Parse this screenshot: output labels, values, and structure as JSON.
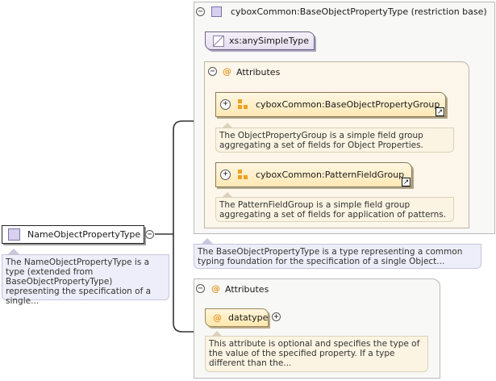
{
  "root": {
    "name": "NameObjectPropertyType",
    "note": "The NameObjectPropertyType is a type (extended from BaseObjectPropertyType) representing the specification of a single..."
  },
  "base_type": {
    "title": "cyboxCommon:BaseObjectPropertyType (restriction base)",
    "simple_type": "xs:anySimpleType",
    "attributes_label": "Attributes",
    "groups": [
      {
        "name": "cyboxCommon:BaseObjectPropertyGroup",
        "note": "The ObjectPropertyGroup is a simple field group aggregating a set of fields for Object Properties."
      },
      {
        "name": "cyboxCommon:PatternFieldGroup",
        "note": "The PatternFieldGroup is a simple field group aggregating a set of fields for application of patterns."
      }
    ],
    "note": "The BaseObjectPropertyType is a type representing a common typing foundation for the specification of a single Object..."
  },
  "extension": {
    "attributes_label": "Attributes",
    "attribute": {
      "name": "datatype",
      "note": "This attribute is optional and specifies the type of the value of the specified property. If a type different than the..."
    }
  },
  "glyphs": {
    "minus": "−",
    "plus": "+",
    "at": "@",
    "jump": "↗"
  },
  "colors": {
    "panel_bg": "#f8f8f6",
    "attributes_bg": "#fdf6ea",
    "group_fill": "#ffe8b4",
    "note_bg": "#eeeefa",
    "connector": "#333333"
  }
}
